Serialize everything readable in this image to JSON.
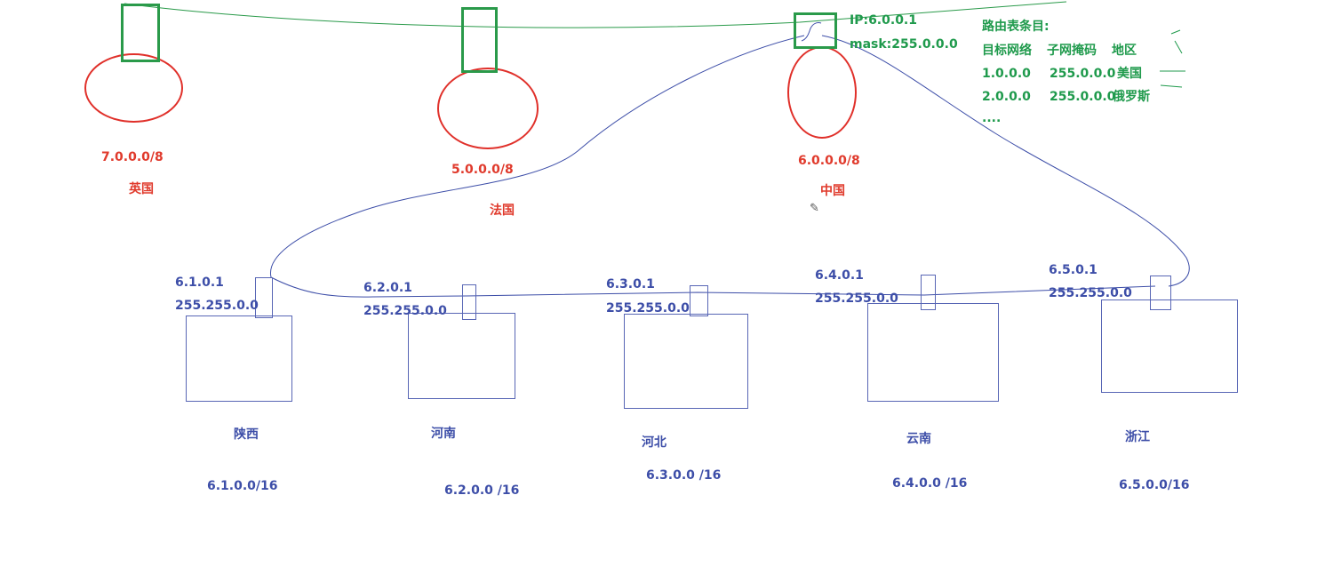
{
  "countries": [
    {
      "name": "英国",
      "network": "7.0.0.0/8"
    },
    {
      "name": "法国",
      "network": "5.0.0.0/8"
    },
    {
      "name": "中国",
      "network": "6.0.0.0/8"
    }
  ],
  "china_router": {
    "ip": "IP:6.0.0.1",
    "mask": "mask:255.0.0.0"
  },
  "routing_table": {
    "title": "路由表条目:",
    "headers": [
      "目标网络",
      "子网掩码",
      "地区"
    ],
    "rows": [
      {
        "network": "1.0.0.0",
        "mask": "255.0.0.0",
        "region": "美国"
      },
      {
        "network": "2.0.0.0",
        "mask": "255.0.0.0",
        "region": "俄罗斯"
      }
    ],
    "ellipsis": "...."
  },
  "provinces": [
    {
      "name": "陕西",
      "ip": "6.1.0.1",
      "mask": "255.255.0.0",
      "network": "6.1.0.0/16"
    },
    {
      "name": "河南",
      "ip": "6.2.0.1",
      "mask": "255.255.0.0",
      "network": "6.2.0.0 /16"
    },
    {
      "name": "河北",
      "ip": "6.3.0.1",
      "mask": "255.255.0.0",
      "network": "6.3.0.0 /16"
    },
    {
      "name": "云南",
      "ip": "6.4.0.1",
      "mask": "255.255.0.0",
      "network": "6.4.0.0 /16"
    },
    {
      "name": "浙江",
      "ip": "6.5.0.1",
      "mask": "255.255.0.0",
      "network": "6.5.0.0/16"
    }
  ],
  "colors": {
    "country": "#e0302a",
    "router": "#2a9a4a",
    "province": "#3d4ea8",
    "backbone": "#2a9a4a",
    "link": "#3d4ea8"
  },
  "icons": [
    "pencil-icon"
  ]
}
